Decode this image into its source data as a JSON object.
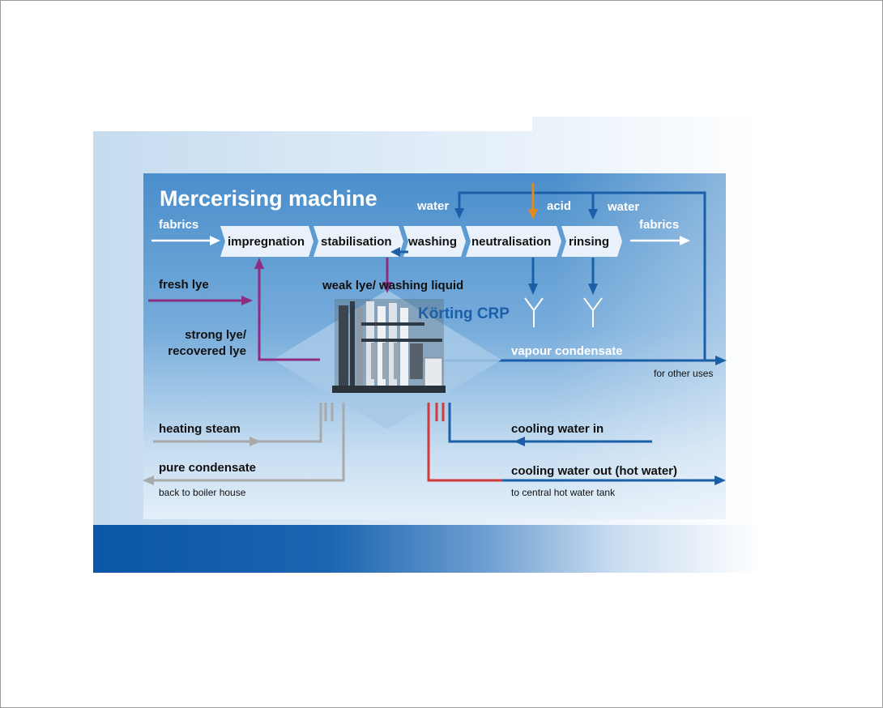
{
  "title": "Mercerising machine",
  "steps": [
    "impregnation",
    "stabilisation",
    "washing",
    "neutralisation",
    "rinsing"
  ],
  "inputs": {
    "fabrics_in": "fabrics",
    "fabrics_out": "fabrics",
    "water_1": "water",
    "acid": "acid",
    "water_2": "water"
  },
  "lye": {
    "fresh": "fresh lye",
    "strong_1": "strong lye/",
    "strong_2": "recovered lye",
    "weak": "weak lye/ washing liquid"
  },
  "plant_name": "Körting CRP",
  "vapour": {
    "label": "vapour condensate",
    "note": "for other uses"
  },
  "steam": {
    "heating": "heating steam",
    "condensate": "pure condensate",
    "condensate_note": "back to boiler house"
  },
  "cooling": {
    "in": "cooling water in",
    "out": "cooling water out (hot water)",
    "out_note": "to central hot water tank"
  },
  "colors": {
    "panel": "#4f92ce",
    "lye_purple": "#8c2d82",
    "water_blue": "#1a5fa8",
    "acid_orange": "#e2891b",
    "steam_grey": "#a9a9a9",
    "hot_red": "#d23a3a"
  }
}
